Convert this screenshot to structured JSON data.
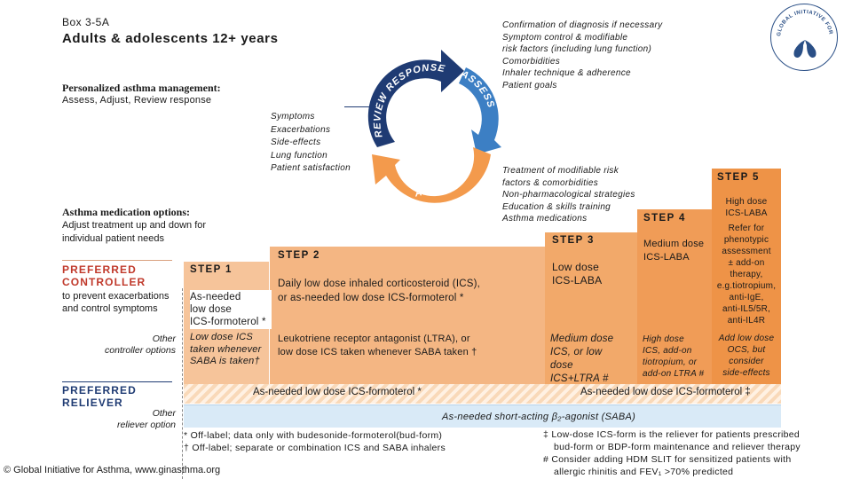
{
  "header": {
    "box_label": "Box 3-5A",
    "title": "Adults & adolescents 12+ years"
  },
  "management": {
    "title": "Personalized asthma management:",
    "subtitle": "Assess, Adjust, Review response"
  },
  "cycle": {
    "review": "REVIEW RESPONSE",
    "assess": "ASSESS",
    "adjust": "ADJUST",
    "assess_items": [
      "Confirmation of diagnosis if necessary",
      "Symptom control & modifiable",
      "risk factors (including lung function)",
      "Comorbidities",
      "Inhaler technique & adherence",
      "Patient goals"
    ],
    "review_items": [
      "Symptoms",
      "Exacerbations",
      "Side-effects",
      "Lung function",
      "Patient satisfaction"
    ],
    "adjust_items": [
      "Treatment of modifiable risk",
      "factors & comorbidities",
      "Non-pharmacological strategies",
      "Education & skills training",
      "Asthma medications"
    ]
  },
  "options": {
    "title": "Asthma medication options:",
    "subtitle_1": "Adjust treatment up and down for",
    "subtitle_2": "individual patient needs"
  },
  "rows": {
    "preferred_controller_1": "PREFERRED",
    "preferred_controller_2": "CONTROLLER",
    "controller_desc_1": "to prevent exacerbations",
    "controller_desc_2": "and control symptoms",
    "other_controller_1": "Other",
    "other_controller_2": "controller options",
    "preferred_reliever_1": "PREFERRED",
    "preferred_reliever_2": "RELIEVER",
    "other_reliever_1": "Other",
    "other_reliever_2": "reliever option"
  },
  "steps": {
    "s1": {
      "label": "STEP 1",
      "preferred": [
        "As-needed",
        "low dose",
        "ICS-formoterol *"
      ],
      "other": [
        "Low dose ICS",
        "taken whenever",
        "SABA is taken†"
      ]
    },
    "s2": {
      "label": "STEP 2",
      "preferred": [
        "Daily low dose inhaled corticosteroid (ICS),",
        "or as-needed low dose ICS-formoterol *"
      ],
      "other": [
        "Leukotriene receptor antagonist (LTRA), or",
        "low dose ICS taken whenever SABA taken †"
      ]
    },
    "s3": {
      "label": "STEP 3",
      "preferred": [
        "Low dose",
        "ICS-LABA"
      ],
      "other": [
        "Medium dose",
        "ICS, or low",
        "dose",
        "ICS+LTRA #"
      ]
    },
    "s4": {
      "label": "STEP 4",
      "preferred": [
        "Medium dose",
        "ICS-LABA"
      ],
      "other": [
        "High dose",
        "ICS, add-on",
        "tiotropium, or",
        "add-on LTRA #"
      ]
    },
    "s5": {
      "label": "STEP 5",
      "preferred": [
        "High dose",
        "ICS-LABA",
        "Refer for",
        "phenotypic",
        "assessment",
        "± add-on",
        "therapy,",
        "e.g.tiotropium,",
        "anti-IgE,",
        "anti-IL5/5R,",
        "anti-IL4R"
      ],
      "other": [
        "Add low dose",
        "OCS, but",
        "consider",
        "side-effects"
      ]
    }
  },
  "relievers": {
    "preferred_left": "As-needed low dose ICS-formoterol *",
    "preferred_right": "As-needed low dose ICS-formoterol ‡",
    "other": "As-needed short-acting β₂-agonist (SABA)"
  },
  "footnotes": {
    "left": [
      "*  Off-label; data only with budesonide-formoterol(bud-form)",
      "† Off-label; separate or combination ICS and SABA inhalers"
    ],
    "right": [
      "‡ Low-dose ICS-form is the reliever for patients prescribed",
      "bud-form or BDP-form maintenance and reliever therapy",
      "# Consider adding HDM SLIT for sensitized patients with",
      "allergic rhinitis and FEV₁ >70% predicted"
    ],
    "copyright": "© Global Initiative for Asthma, www.ginasthma.org"
  },
  "logo": {
    "text": "GLOBAL INITIATIVE FOR ASTHMA"
  },
  "colors": {
    "step1": "#f6c49a",
    "step2": "#f4b683",
    "step3": "#f2a96a",
    "step4": "#f09c57",
    "step5": "#ee9347",
    "review_arrow": "#1f3b73",
    "assess_arrow": "#3c7fc4",
    "adjust_arrow": "#f39a4c",
    "saba_band": "#d9eaf7"
  }
}
